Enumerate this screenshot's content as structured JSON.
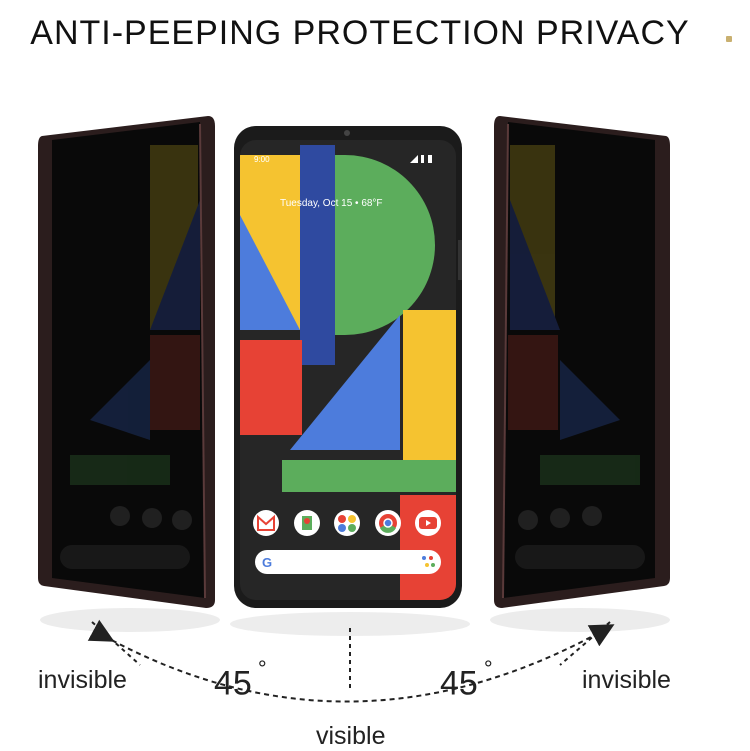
{
  "headline": "ANTI-PEEPING PROTECTION PRIVACY",
  "phone_center": {
    "status_time": "9:00",
    "date_weather": "Tuesday, Oct 15 • 68°F",
    "search_logo": "G",
    "apps": [
      "gmail-icon",
      "maps-icon",
      "photos-icon",
      "chrome-icon",
      "youtube-icon"
    ]
  },
  "labels": {
    "left_invisible": "invisible",
    "right_invisible": "invisible",
    "visible": "visible",
    "left_angle": "45",
    "right_angle": "45",
    "degree": "°"
  },
  "colors": {
    "blue": "#4d7cdc",
    "red": "#e74235",
    "yellow": "#f5c330",
    "green": "#5cad5c",
    "screen_bg": "#262626",
    "bezel": "#1a1a1a"
  }
}
